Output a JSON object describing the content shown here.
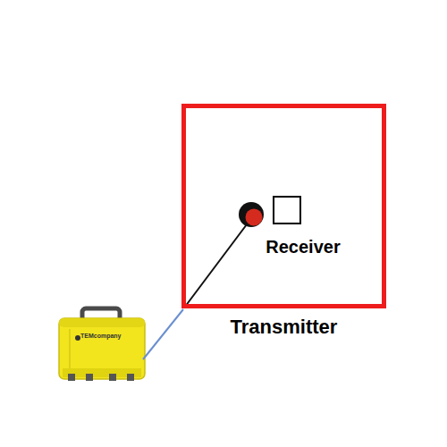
{
  "diagram": {
    "nodes": [
      {
        "text": [
          "Transmitter"
        ]
      },
      {
        "text": [
          "Receiver"
        ],
        "in": 0
      }
    ],
    "labels": [
      "TEMcompany"
    ]
  }
}
